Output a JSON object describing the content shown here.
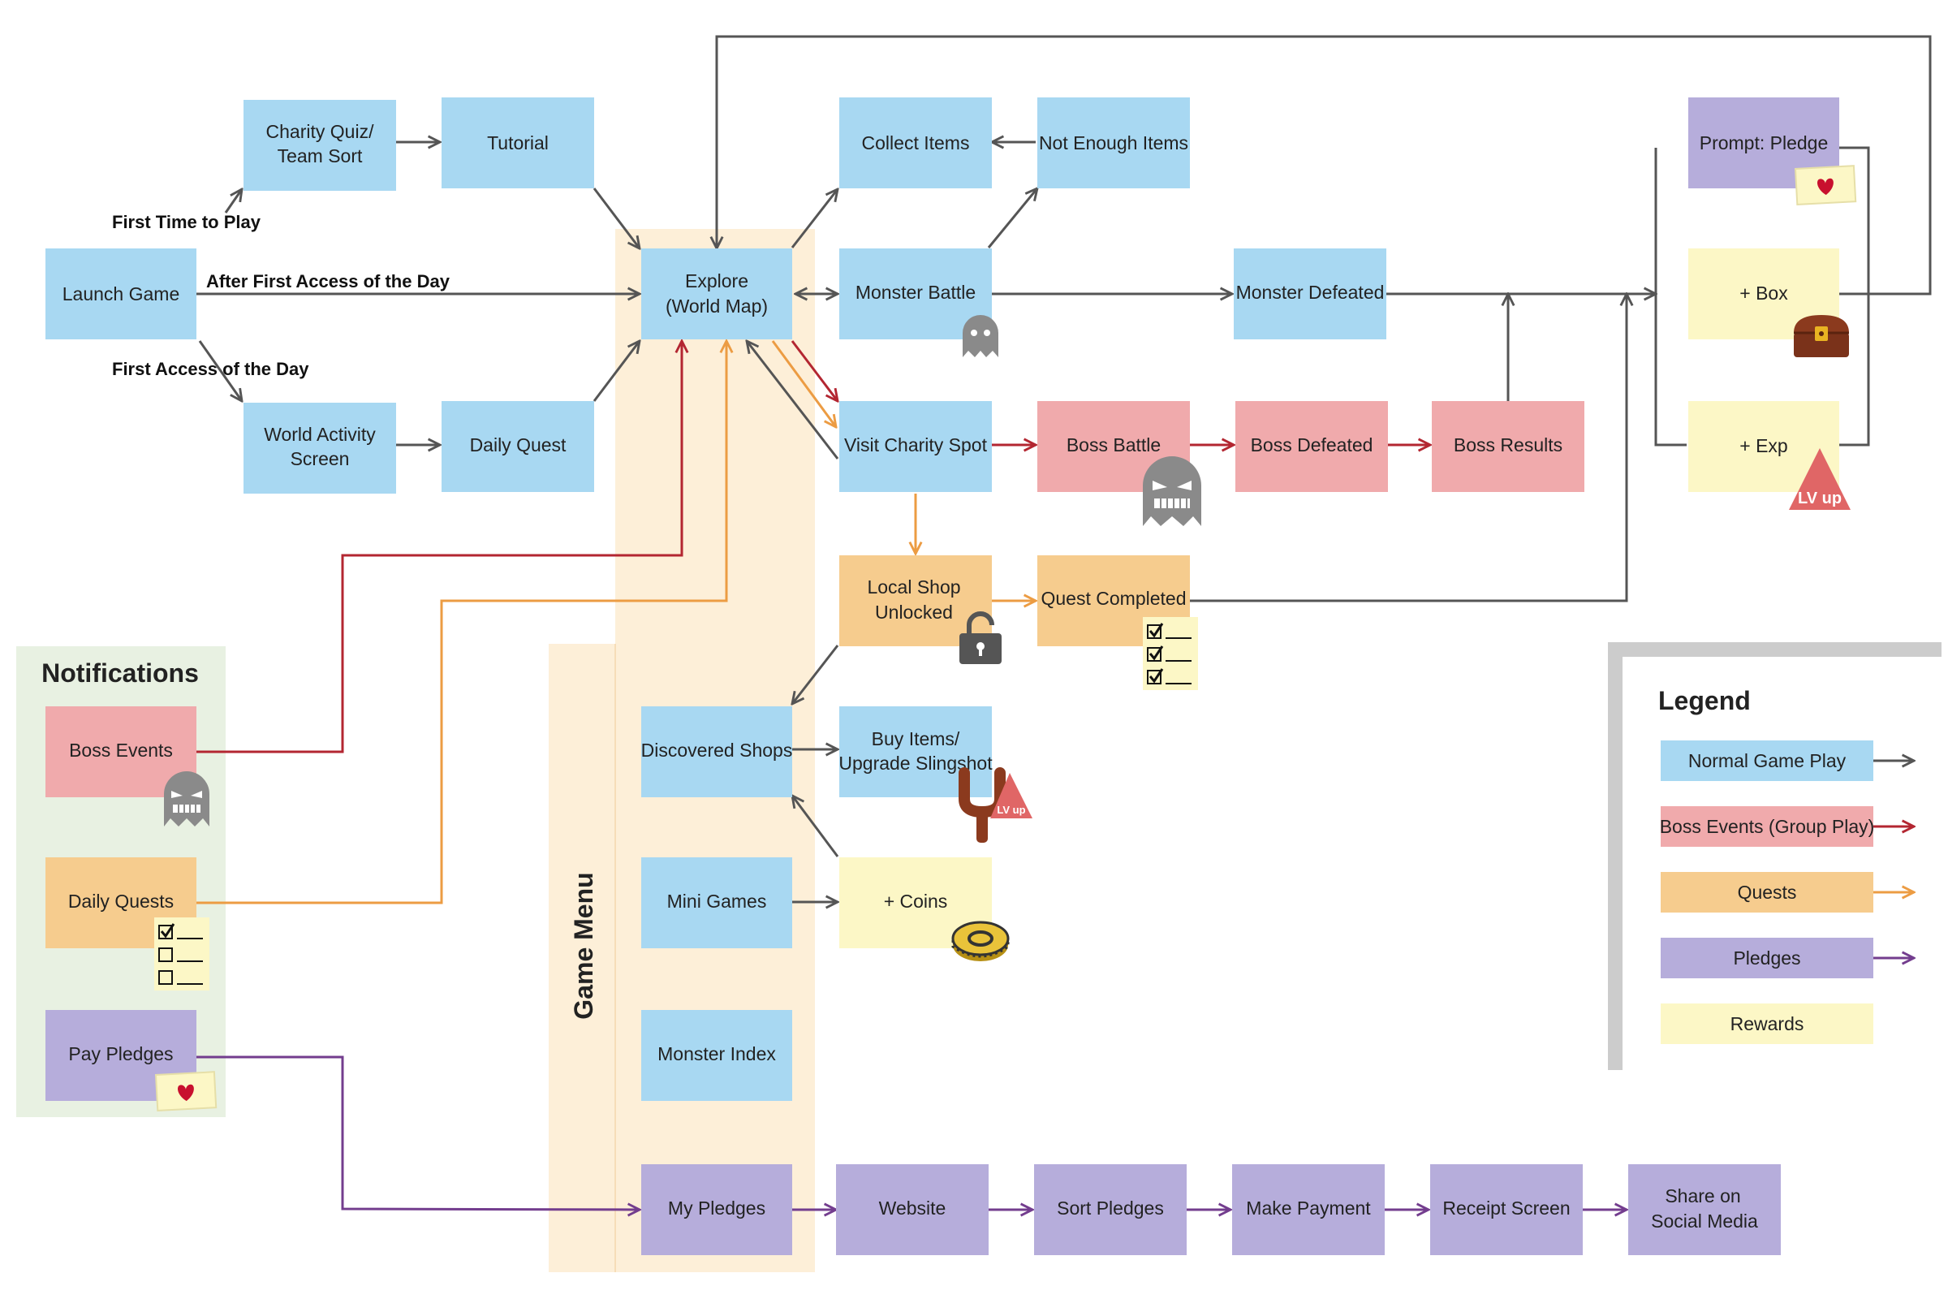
{
  "colors": {
    "normal": "#a8d8f2",
    "boss": "#f0aaac",
    "quest": "#f6cc8e",
    "pledge": "#b6addb",
    "reward": "#fcf7c6",
    "arrow_normal": "#555555",
    "arrow_boss": "#b32631",
    "arrow_quest": "#ec9c43",
    "arrow_pledge": "#733d8e",
    "band": "#fdefd8",
    "notif_panel": "#e8f1e2",
    "legend_frame": "#cccccc"
  },
  "notifications": {
    "title": "Notifications"
  },
  "game_menu": {
    "title": "Game Menu"
  },
  "legend": {
    "title": "Legend",
    "items": [
      {
        "label": "Normal Game Play",
        "color_key": "normal",
        "arrow_key": "arrow_normal"
      },
      {
        "label": "Boss Events (Group Play)",
        "color_key": "boss",
        "arrow_key": "arrow_boss"
      },
      {
        "label": "Quests",
        "color_key": "quest",
        "arrow_key": "arrow_quest"
      },
      {
        "label": "Pledges",
        "color_key": "pledge",
        "arrow_key": "arrow_pledge"
      },
      {
        "label": "Rewards",
        "color_key": "reward",
        "arrow_key": ""
      }
    ]
  },
  "edge_labels": {
    "first_time": "First Time to Play",
    "after_first": "After First Access of the Day",
    "first_access": "First Access of the Day"
  },
  "icons": {
    "lv_up": "LV up",
    "lv_up_small": "LV up"
  },
  "nodes": {
    "launch_game": "Launch Game",
    "charity_quiz_1": "Charity Quiz/",
    "charity_quiz_2": "Team Sort",
    "tutorial": "Tutorial",
    "world_activity_1": "World Activity",
    "world_activity_2": "Screen",
    "daily_quest": "Daily Quest",
    "explore_1": "Explore",
    "explore_2": "(World Map)",
    "collect_items": "Collect Items",
    "not_enough_items": "Not Enough Items",
    "monster_battle": "Monster Battle",
    "monster_defeated": "Monster Defeated",
    "visit_charity_spot": "Visit Charity Spot",
    "boss_battle": "Boss Battle",
    "boss_defeated": "Boss Defeated",
    "boss_results": "Boss Results",
    "prompt_pledge": "Prompt: Pledge",
    "box": "+ Box",
    "exp": "+ Exp",
    "local_shop_1": "Local Shop",
    "local_shop_2": "Unlocked",
    "quest_completed": "Quest Completed",
    "discovered_shops": "Discovered Shops",
    "buy_items_1": "Buy Items/",
    "buy_items_2": "Upgrade Slingshot",
    "mini_games": "Mini Games",
    "coins": "+ Coins",
    "monster_index": "Monster Index",
    "boss_events": "Boss Events",
    "daily_quests": "Daily Quests",
    "pay_pledges": "Pay Pledges",
    "my_pledges": "My Pledges",
    "website": "Website",
    "sort_pledges": "Sort Pledges",
    "make_payment": "Make Payment",
    "receipt_screen": "Receipt Screen",
    "share_social_1": "Share on",
    "share_social_2": "Social Media"
  }
}
